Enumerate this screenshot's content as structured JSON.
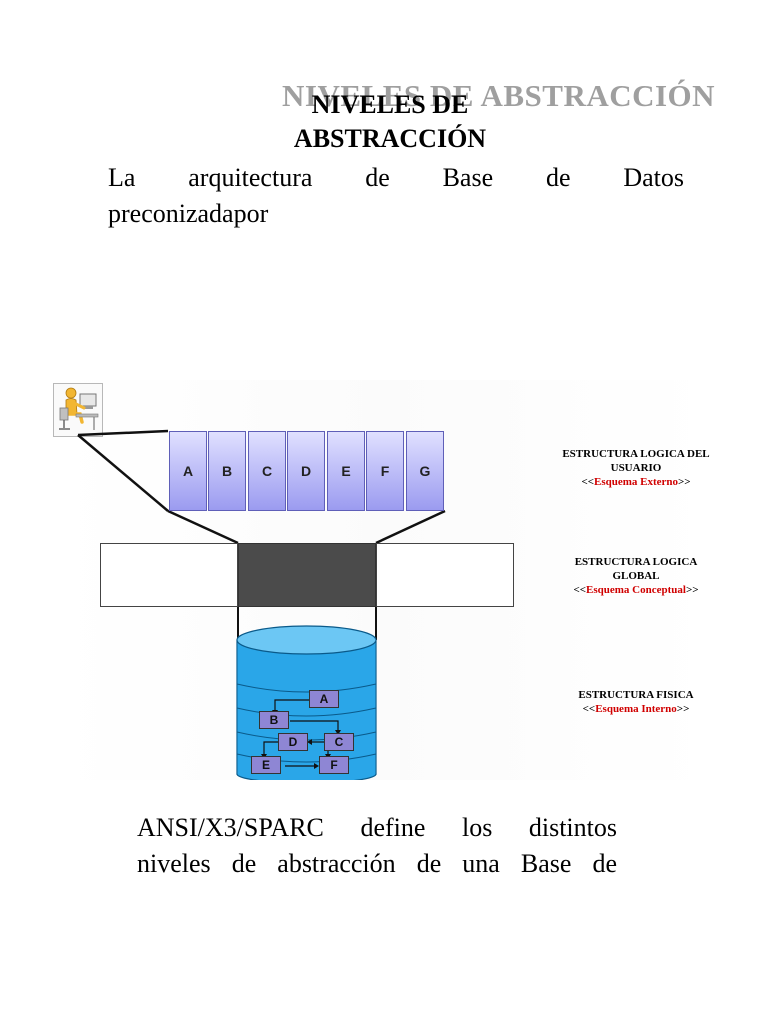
{
  "header": {
    "ghost_title": "NIVELES DE ABSTRACCIÓN",
    "title_line1": "NIVELES DE",
    "title_line2": "ABSTRACCIÓN"
  },
  "intro": {
    "line1": "La arquitectura de Base de Datos",
    "line2": "preconizadapor"
  },
  "diagram": {
    "external_boxes": [
      "A",
      "B",
      "C",
      "D",
      "E",
      "F",
      "G"
    ],
    "physical_boxes": [
      "A",
      "B",
      "C",
      "D",
      "E",
      "F"
    ],
    "levels": [
      {
        "title": "ESTRUCTURA LOGICA DEL",
        "title2": "USUARIO",
        "open": "<<",
        "schema": "Esquema Externo",
        "close": ">>"
      },
      {
        "title": "ESTRUCTURA LOGICA",
        "title2": "GLOBAL",
        "open": "<<",
        "schema": "Esquema Conceptual",
        "close": ">>"
      },
      {
        "title": "ESTRUCTURA FISICA",
        "open": "<<",
        "schema": "Esquema Interno",
        "close": ">>"
      }
    ],
    "colors": {
      "schema_red": "#d00000",
      "cylinder": "#2aa6e8",
      "box_purple": "#8e86d4",
      "conceptual_dark": "#4b4b4b"
    },
    "icon": "user-at-computer-icon"
  },
  "footer": {
    "line1": "ANSI/X3/SPARC define los distintos",
    "line2": "niveles de abstracción de una Base de"
  }
}
